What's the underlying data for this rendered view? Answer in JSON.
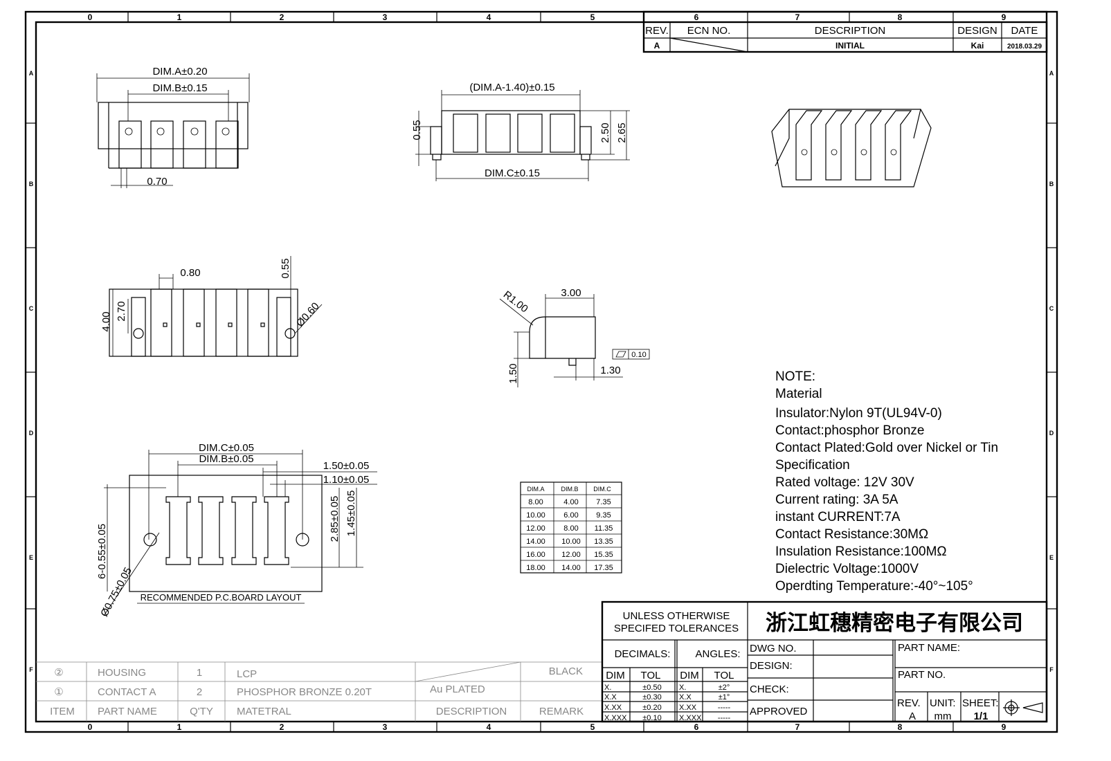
{
  "frame": {
    "columns": [
      "0",
      "1",
      "2",
      "3",
      "4",
      "5",
      "6",
      "7",
      "8",
      "9"
    ],
    "rows": [
      "A",
      "B",
      "C",
      "D",
      "E",
      "F"
    ]
  },
  "revision": {
    "headers": {
      "rev": "REV.",
      "ecn": "ECN NO.",
      "description": "DESCRIPTION",
      "design": "DESIGN",
      "date": "DATE"
    },
    "row": {
      "rev": "A",
      "description": "INITIAL",
      "design": "Kai",
      "date": "2018.03.29"
    }
  },
  "dims": {
    "dim_a": "DIM.A±0.20",
    "dim_b": "DIM.B±0.15",
    "d070": "0.70",
    "dim_a_minus": "(DIM.A-1.40)±0.15",
    "dim_c": "DIM.C±0.15",
    "d055a": "0.55",
    "d250": "2.50",
    "d265": "2.65",
    "d080": "0.80",
    "d055b": "0.55",
    "d400": "4.00",
    "d270": "2.70",
    "phi060": "Ø0.60",
    "r100": "R1.00",
    "d300": "3.00",
    "d150": "1.50",
    "d130": "1.30",
    "flatness": "0.10",
    "pcb_dim_c": "DIM.C±0.05",
    "pcb_dim_b": "DIM.B±0.05",
    "pcb_150": "1.50±0.05",
    "pcb_110": "1.10±0.05",
    "pcb_285": "2.85±0.05",
    "pcb_145": "1.45±0.05",
    "pcb_655": "6-0.55±0.05",
    "pcb_075": "Ø0.75±0.05",
    "pcb_title": "RECOMMENDED P.C.BOARD LAYOUT"
  },
  "dim_table": {
    "headers": [
      "DIM.A",
      "DIM.B",
      "DIM.C"
    ],
    "rows": [
      [
        "8.00",
        "4.00",
        "7.35"
      ],
      [
        "10.00",
        "6.00",
        "9.35"
      ],
      [
        "12.00",
        "8.00",
        "11.35"
      ],
      [
        "14.00",
        "10.00",
        "13.35"
      ],
      [
        "16.00",
        "12.00",
        "15.35"
      ],
      [
        "18.00",
        "14.00",
        "17.35"
      ]
    ]
  },
  "notes": [
    "NOTE:",
    "Material",
    "Insulator:Nylon 9T(UL94V-0)",
    "Contact:phosphor Bronze",
    "Contact Plated:Gold over Nickel or Tin",
    "Specification",
    "Rated voltage: 12V 30V",
    " Current rating: 3A  5A",
    "instant CURRENT:7A",
    "Contact Resistance:30MΩ",
    "Insulation Resistance:100MΩ",
    "Dielectric Voltage:1000V",
    "Operdting Temperature:-40°~105°"
  ],
  "bom": {
    "rows": [
      {
        "item": "②",
        "part": "HOUSING",
        "qty": "1",
        "material": "LCP",
        "description": "",
        "remark": "BLACK"
      },
      {
        "item": "①",
        "part": "CONTACT A",
        "qty": "2",
        "material": "PHOSPHOR BRONZE 0.20T",
        "description": "Au PLATED",
        "remark": ""
      }
    ],
    "headers": {
      "item": "ITEM",
      "part": "PART NAME",
      "qty": "Q'TY",
      "material": "MATETRAL",
      "description": "DESCRIPTION",
      "remark": "REMARK"
    }
  },
  "title_block": {
    "tolerance_heading": [
      "UNLESS OTHERWISE",
      "SPECIFED TOLERANCES"
    ],
    "decimals": "DECIMALS:",
    "angles": "ANGLES:",
    "dim": "DIM",
    "tol": "TOL",
    "decimal_rows": [
      [
        "X.",
        "±0.50"
      ],
      [
        "X.X",
        "±0.30"
      ],
      [
        "X.XX",
        "±0.20"
      ],
      [
        "X.XXX",
        "±0.10"
      ]
    ],
    "angle_rows": [
      [
        "X.",
        "±2°"
      ],
      [
        "X.X",
        "±1°"
      ],
      [
        "X.XX",
        "-----"
      ],
      [
        "X.XXX",
        "-----"
      ]
    ],
    "company": "浙江虹穗精密电子有限公司",
    "dwg_no": "DWG NO.",
    "design": "DESIGN:",
    "check": "CHECK:",
    "approved": "APPROVED",
    "part_name": "PART NAME:",
    "part_no": "PART NO.",
    "rev_label": "REV.",
    "rev_value": "A",
    "unit_label": "UNIT:",
    "unit_value": "mm",
    "sheet_label": "SHEET:",
    "sheet_value": "1/1"
  }
}
